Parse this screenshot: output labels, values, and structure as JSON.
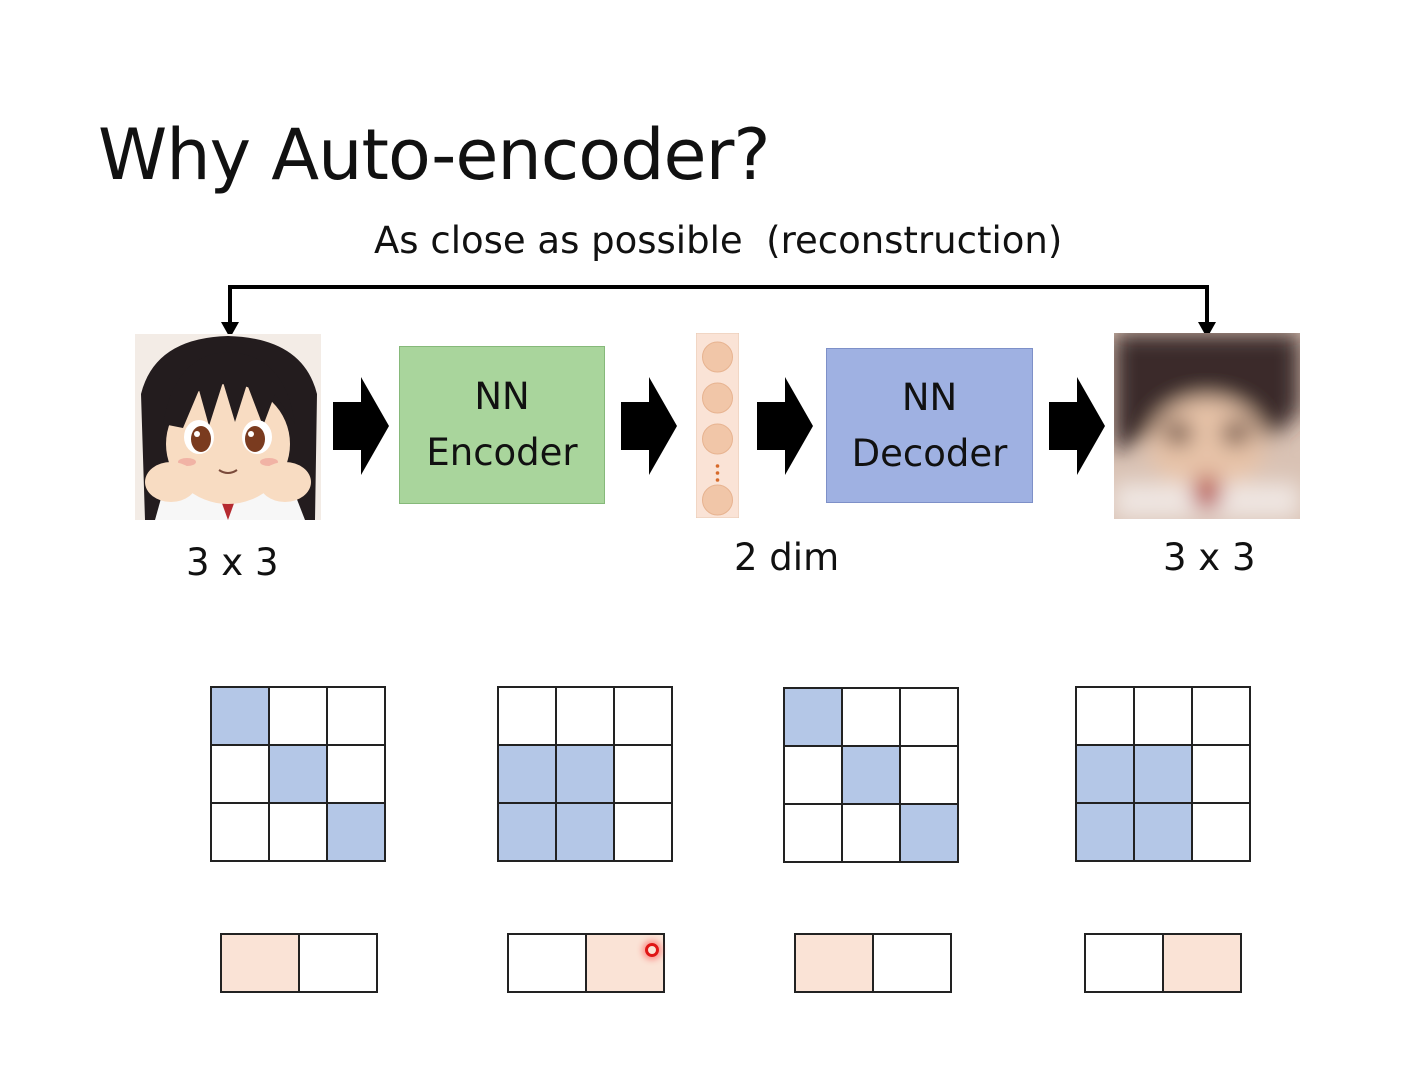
{
  "slide": {
    "title": "Why Auto-encoder?",
    "reconstruction_note": "As close as possible  (reconstruction)",
    "input_size_label": "3 x 3",
    "code_size_label": "2 dim",
    "output_size_label": "3 x 3",
    "encoder": {
      "line1": "NN",
      "line2": "Encoder",
      "color": "#a9d59c"
    },
    "decoder": {
      "line1": "NN",
      "line2": "Decoder",
      "color": "#9fb1e2"
    },
    "grid_fill_color": "#b4c7e7",
    "code_fill_color": "#fae3d6"
  },
  "examples": [
    {
      "grid": [
        1,
        0,
        0,
        0,
        1,
        0,
        0,
        0,
        1
      ],
      "code": [
        1,
        0
      ]
    },
    {
      "grid": [
        0,
        0,
        0,
        1,
        1,
        0,
        1,
        1,
        0
      ],
      "code": [
        0,
        1
      ]
    },
    {
      "grid": [
        1,
        0,
        0,
        0,
        1,
        0,
        0,
        0,
        1
      ],
      "code": [
        1,
        0
      ]
    },
    {
      "grid": [
        0,
        0,
        0,
        1,
        1,
        0,
        1,
        1,
        0
      ],
      "code": [
        0,
        1
      ]
    }
  ]
}
